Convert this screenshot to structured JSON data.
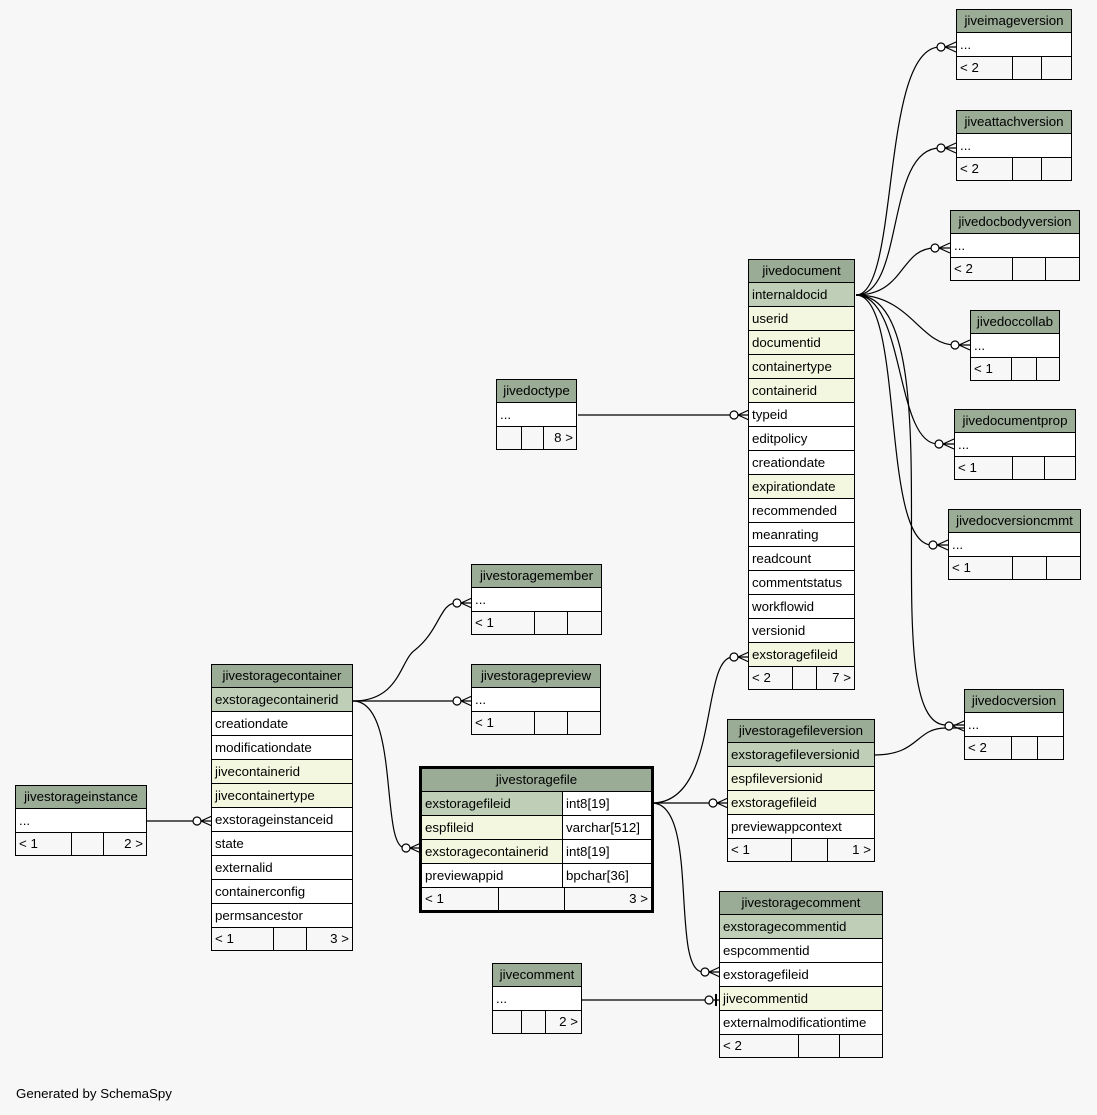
{
  "diagram": {
    "footer_text": "Generated by SchemaSpy",
    "tables": {
      "jiveimageversion": {
        "name": "jiveimageversion",
        "rows": [
          "..."
        ],
        "foot": [
          "< 2",
          "",
          ""
        ]
      },
      "jiveattachversion": {
        "name": "jiveattachversion",
        "rows": [
          "..."
        ],
        "foot": [
          "< 2",
          "",
          ""
        ]
      },
      "jivedocbodyversion": {
        "name": "jivedocbodyversion",
        "rows": [
          "..."
        ],
        "foot": [
          "< 2",
          "",
          ""
        ]
      },
      "jivedoccollab": {
        "name": "jivedoccollab",
        "rows": [
          "..."
        ],
        "foot": [
          "< 1",
          "",
          ""
        ]
      },
      "jivedocumentprop": {
        "name": "jivedocumentprop",
        "rows": [
          "..."
        ],
        "foot": [
          "< 1",
          "",
          ""
        ]
      },
      "jivedocversioncmmt": {
        "name": "jivedocversioncmmt",
        "rows": [
          "..."
        ],
        "foot": [
          "< 1",
          "",
          ""
        ]
      },
      "jivedocversion": {
        "name": "jivedocversion",
        "rows": [
          "..."
        ],
        "foot": [
          "< 2",
          "",
          ""
        ]
      },
      "jivedoctype": {
        "name": "jivedoctype",
        "rows": [
          "..."
        ],
        "foot": [
          "",
          "",
          "8 >"
        ]
      },
      "jivedocument": {
        "name": "jivedocument",
        "rows": [
          "internaldocid",
          "userid",
          "documentid",
          "containertype",
          "containerid",
          "typeid",
          "editpolicy",
          "creationdate",
          "expirationdate",
          "recommended",
          "meanrating",
          "readcount",
          "commentstatus",
          "workflowid",
          "versionid",
          "exstoragefileid"
        ],
        "foot": [
          "< 2",
          "",
          "7 >"
        ]
      },
      "jivestoragemember": {
        "name": "jivestoragemember",
        "rows": [
          "..."
        ],
        "foot": [
          "< 1",
          "",
          ""
        ]
      },
      "jivestoragepreview": {
        "name": "jivestoragepreview",
        "rows": [
          "..."
        ],
        "foot": [
          "< 1",
          "",
          ""
        ]
      },
      "jivestoragecontainer": {
        "name": "jivestoragecontainer",
        "rows": [
          "exstoragecontainerid",
          "creationdate",
          "modificationdate",
          "jivecontainerid",
          "jivecontainertype",
          "exstorageinstanceid",
          "state",
          "externalid",
          "containerconfig",
          "permsancestor"
        ],
        "foot": [
          "< 1",
          "",
          "3 >"
        ]
      },
      "jivestorageinstance": {
        "name": "jivestorageinstance",
        "rows": [
          "..."
        ],
        "foot": [
          "< 1",
          "",
          "2 >"
        ]
      },
      "jivestoragefile": {
        "name": "jivestoragefile",
        "rows": [
          [
            "exstoragefileid",
            "int8[19]"
          ],
          [
            "espfileid",
            "varchar[512]"
          ],
          [
            "exstoragecontainerid",
            "int8[19]"
          ],
          [
            "previewappid",
            "bpchar[36]"
          ]
        ],
        "foot": [
          "< 1",
          "",
          "3 >"
        ]
      },
      "jivestoragefileversion": {
        "name": "jivestoragefileversion",
        "rows": [
          "exstoragefileversionid",
          "espfileversionid",
          "exstoragefileid",
          "previewappcontext"
        ],
        "foot": [
          "< 1",
          "",
          "1 >"
        ]
      },
      "jivestoragecomment": {
        "name": "jivestoragecomment",
        "rows": [
          "exstoragecommentid",
          "espcommentid",
          "exstoragefileid",
          "jivecommentid",
          "externalmodificationtime"
        ],
        "foot": [
          "< 2",
          "",
          ""
        ]
      },
      "jivecomment": {
        "name": "jivecomment",
        "rows": [
          "..."
        ],
        "foot": [
          "",
          "",
          "2 >"
        ]
      }
    }
  }
}
